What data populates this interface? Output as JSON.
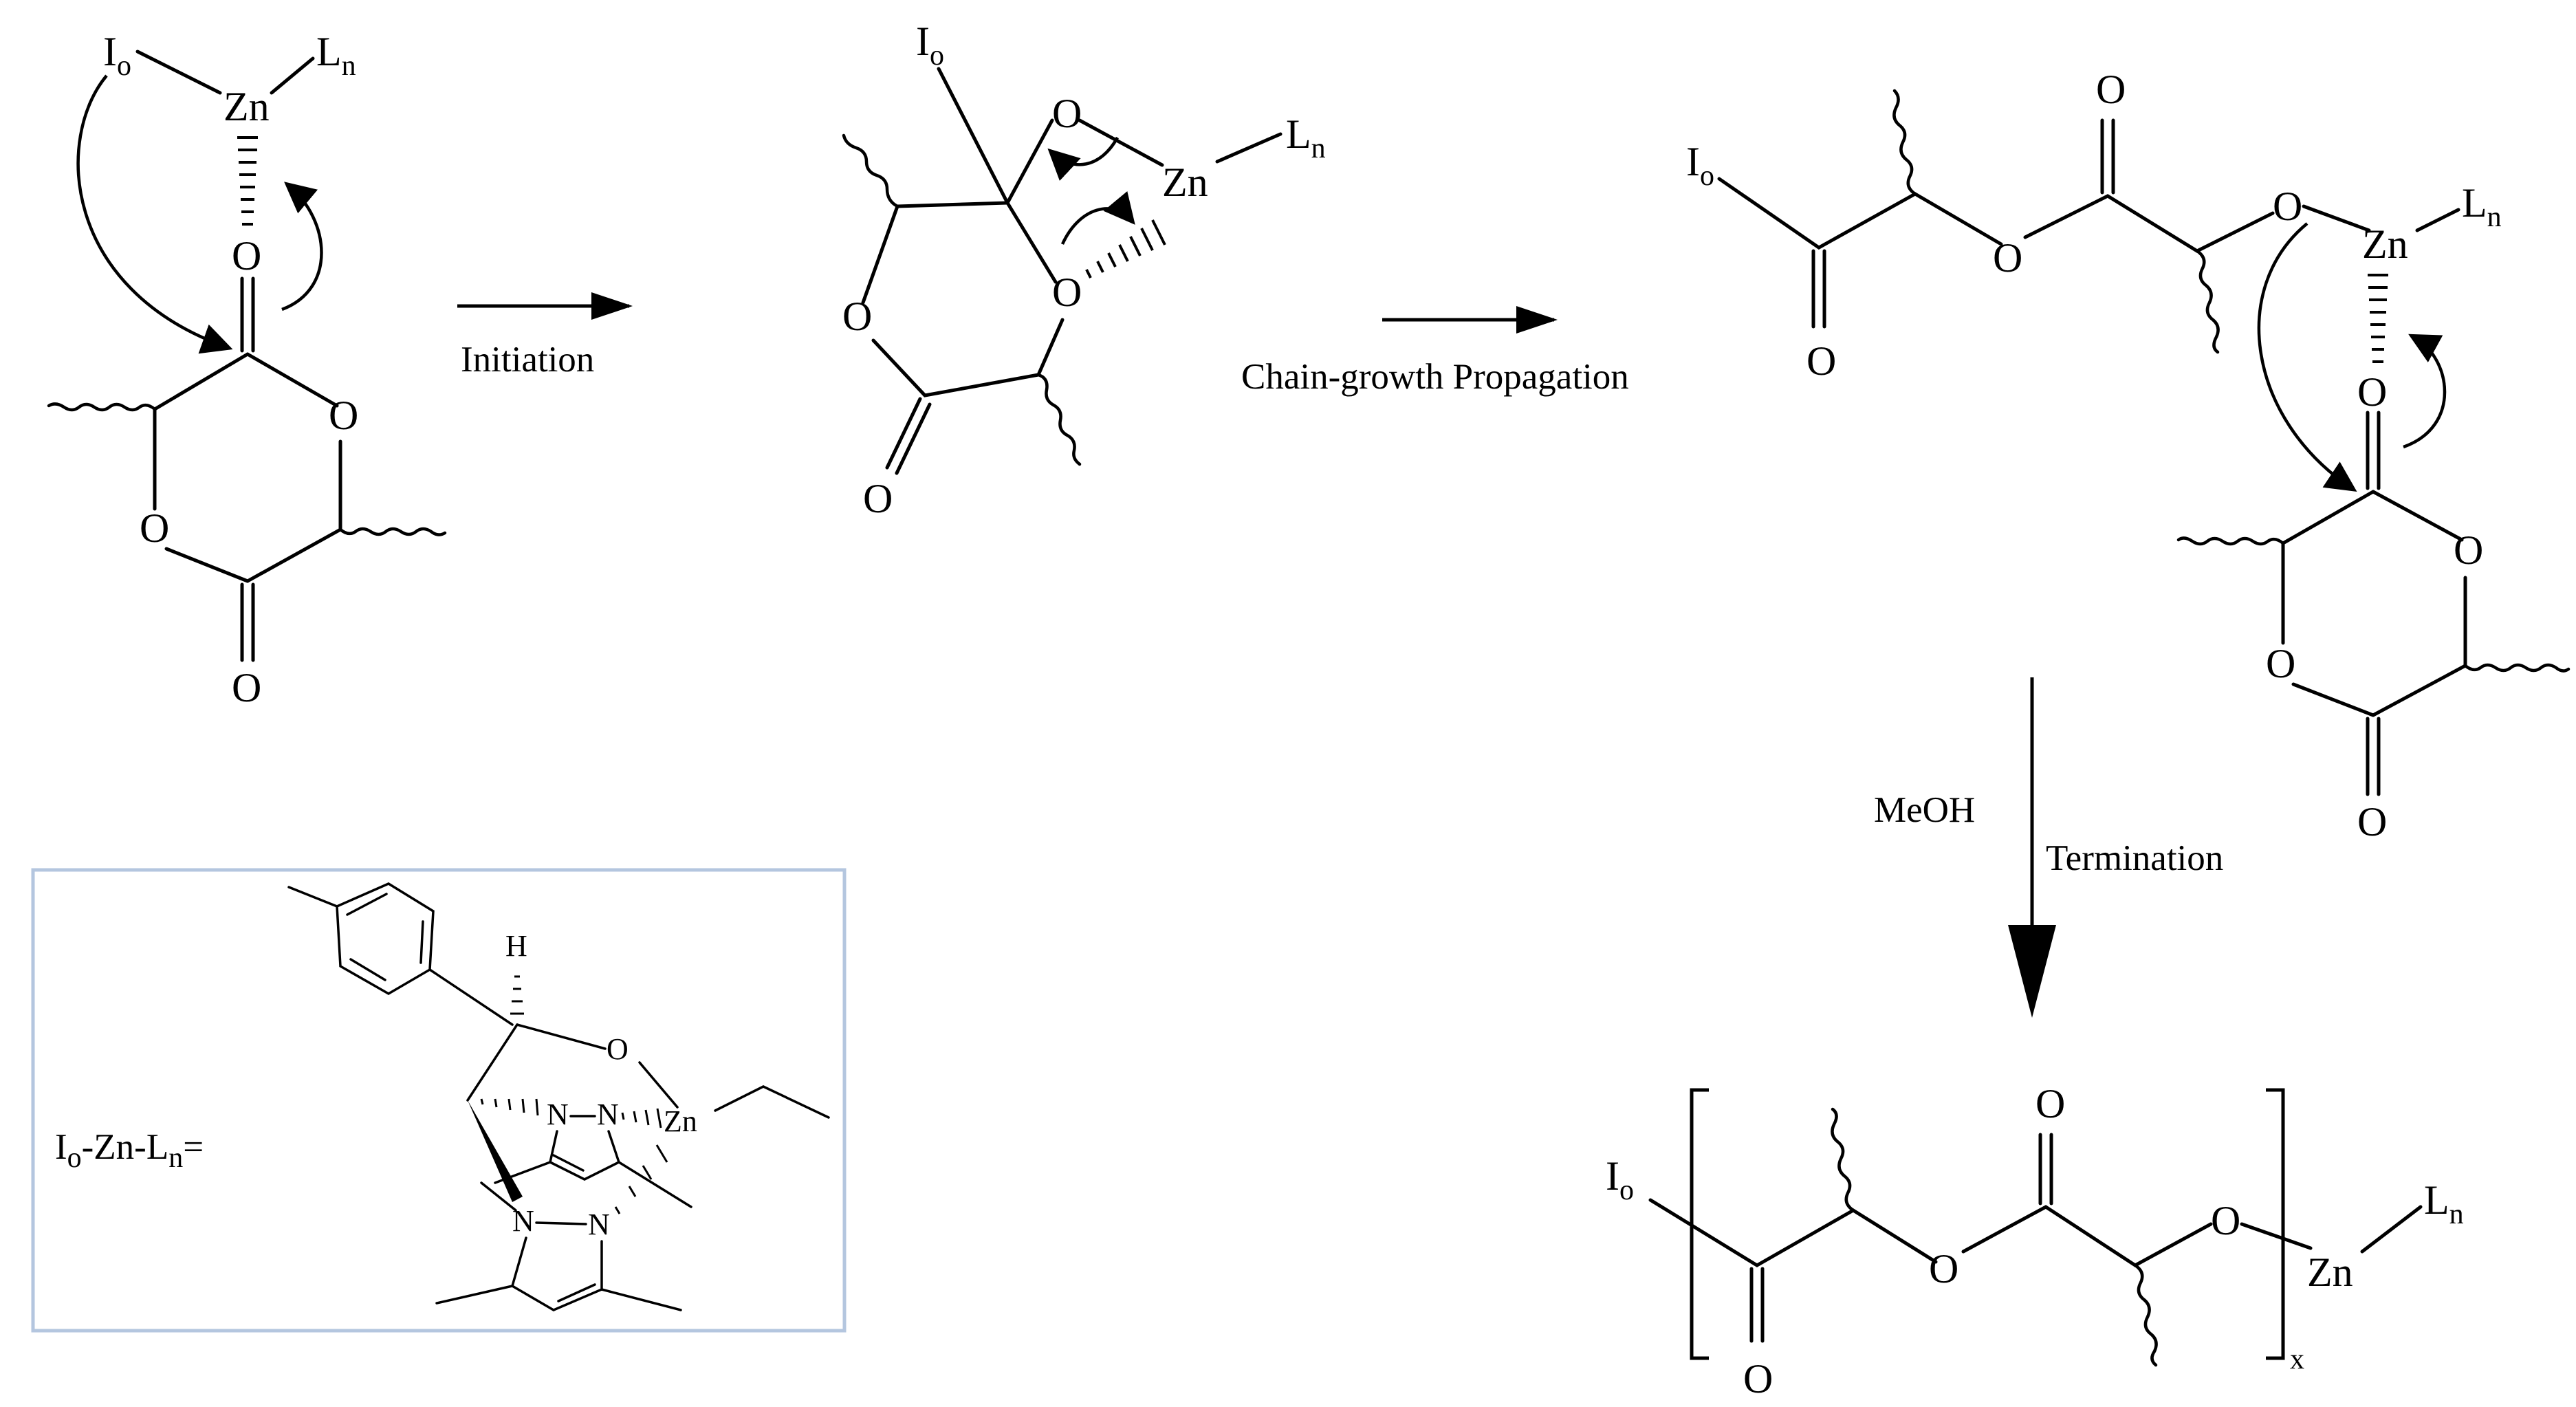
{
  "steps": {
    "initiation": "Initiation",
    "propagation": "Chain-growth Propagation",
    "reagent": "MeOH",
    "termination": "Termination"
  },
  "atoms": {
    "initiator": "I",
    "initiator_sub": "o",
    "metal": "Zn",
    "ligand": "L",
    "ligand_sub": "n",
    "oxygen": "O",
    "nitrogen": "N",
    "hydrogen": "H",
    "repeat_sub": "x"
  },
  "catalyst_key": {
    "label_i": "I",
    "label_i_sub": "o",
    "label_mid": "-Zn-L",
    "label_n_sub": "n",
    "label_eq": "="
  },
  "colors": {
    "ink": "#000000",
    "key_box_border": "#b4c6df"
  }
}
